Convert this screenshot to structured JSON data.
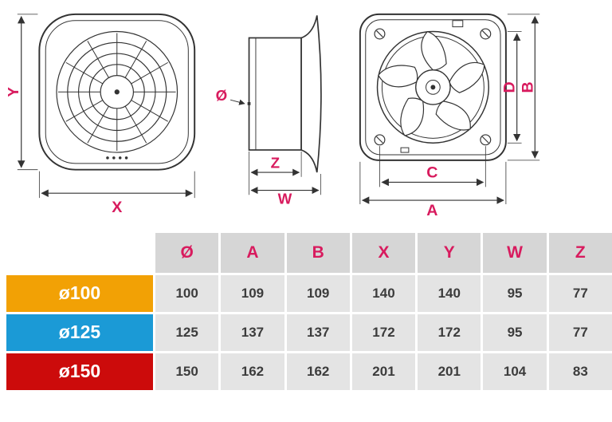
{
  "drawings": {
    "front_view": {
      "dim_y": "Y",
      "dim_x": "X"
    },
    "side_view": {
      "dim_diameter": "Ø",
      "dim_z": "Z",
      "dim_w": "W"
    },
    "back_view": {
      "dim_d": "D",
      "dim_b": "B",
      "dim_c": "C",
      "dim_a": "A"
    }
  },
  "table": {
    "headers": [
      "Ø",
      "A",
      "B",
      "X",
      "Y",
      "W",
      "Z"
    ],
    "rows": [
      {
        "label": "ø100",
        "color": "#f2a105",
        "values": [
          "100",
          "109",
          "109",
          "140",
          "140",
          "95",
          "77"
        ]
      },
      {
        "label": "ø125",
        "color": "#1b9ad6",
        "values": [
          "125",
          "137",
          "137",
          "172",
          "172",
          "95",
          "77"
        ]
      },
      {
        "label": "ø150",
        "color": "#cc0b0b",
        "values": [
          "150",
          "162",
          "162",
          "201",
          "201",
          "104",
          "83"
        ]
      }
    ]
  },
  "colors": {
    "dimension_label": "#d81b5e",
    "header_text": "#d81b5e",
    "line": "#333333"
  }
}
